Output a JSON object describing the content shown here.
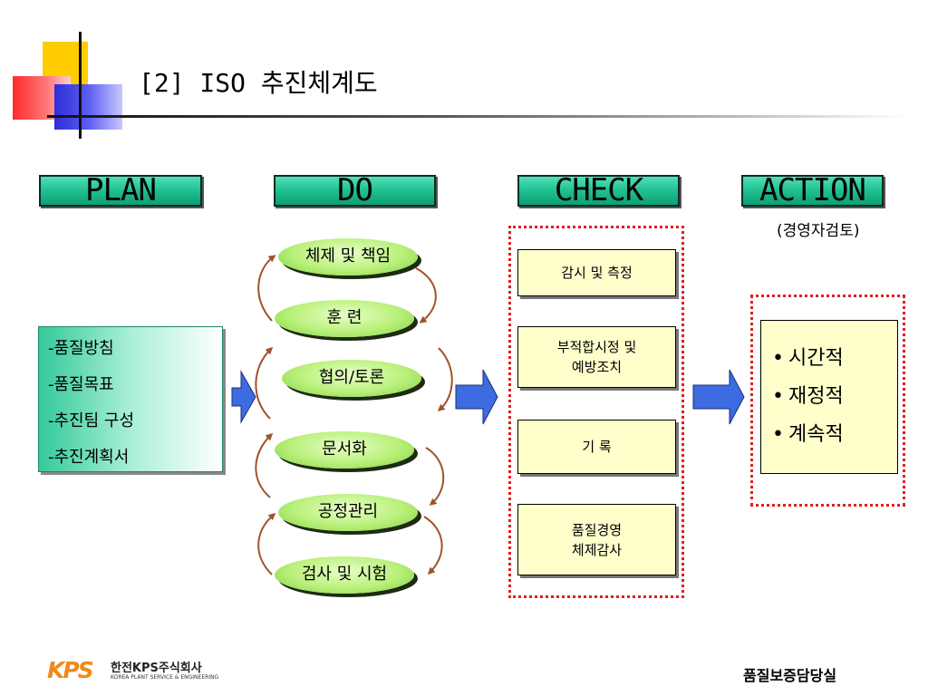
{
  "title": "[2] ISO 추진체계도",
  "phases": {
    "plan": "PLAN",
    "do": "DO",
    "check": "CHECK",
    "action": "ACTION",
    "action_sub": "(경영자검토)"
  },
  "plan_items": [
    "-품질방침",
    "-품질목표",
    "-추진팀 구성",
    "-추진계획서"
  ],
  "do_items": [
    "체제 및 책임",
    "훈 련",
    "협의/토론",
    "문서화",
    "공정관리",
    "검사 및 시험"
  ],
  "check_items": [
    "감시 및 측정",
    "부적합시정 및\n예방조치",
    "기 록",
    "품질경영\n체제감사"
  ],
  "action_items": [
    "시간적",
    "재정적",
    "계속적"
  ],
  "action_bullet": "•",
  "footer": {
    "logo_mark": "KPS",
    "company": "한전KPS주식회사",
    "company_en": "KOREA PLANT SERVICE & ENGINEERING",
    "department": "품질보증담당실"
  },
  "colors": {
    "header_green": "#1fbf92",
    "arrow_blue": "#3d6be0",
    "curve_brown": "#a0522d",
    "dotted_red": "#e02020",
    "box_yellow": "#ffffcc"
  }
}
